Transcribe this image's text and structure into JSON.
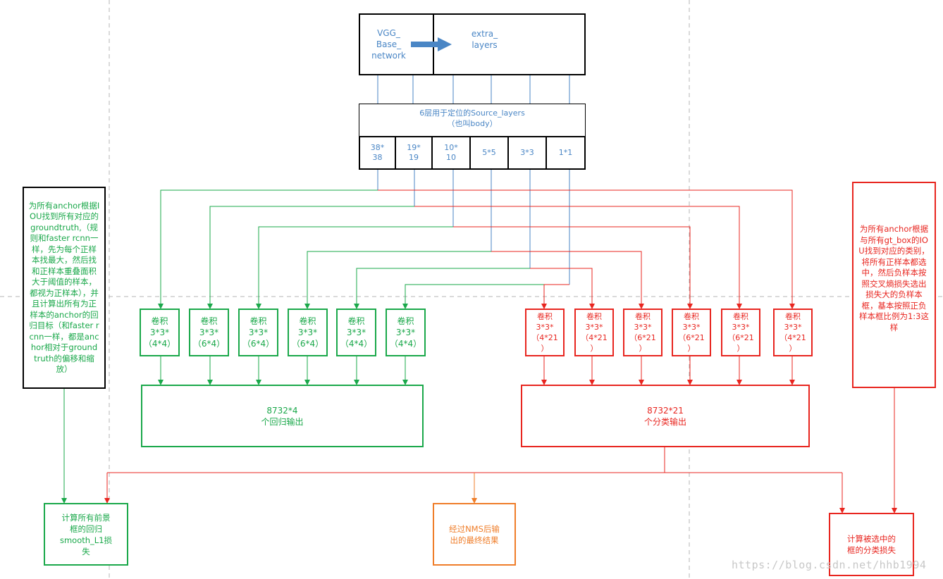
{
  "top": {
    "vgg": "VGG_\nBase_\nnetwork",
    "extra": "extra_\nlayers"
  },
  "source": {
    "title": "6层用于定位的Source_layers\n（也叫body）",
    "cells": [
      "38*\n38",
      "19*\n19",
      "10*\n10",
      "5*5",
      "3*3",
      "1*1"
    ]
  },
  "green_convs": [
    "卷积\n3*3*\n（4*4）",
    "卷积\n3*3*\n（6*4）",
    "卷积\n3*3*\n（6*4）",
    "卷积\n3*3*\n（6*4）",
    "卷积\n3*3*\n（4*4）",
    "卷积\n3*3*\n（4*4）"
  ],
  "red_convs": [
    "卷积\n3*3*\n（4*21\n）",
    "卷积\n3*3*\n（4*21\n）",
    "卷积\n3*3*\n（6*21\n）",
    "卷积\n3*3*\n（6*21\n）",
    "卷积\n3*3*\n（6*21\n）",
    "卷积\n3*3*\n（4*21\n）"
  ],
  "reg_output": "8732*4\n个回归输出",
  "cls_output": "8732*21\n个分类输出",
  "left_note": "为所有anchor根据IOU找到所有对应的groundtruth,（规则和faster rcnn一样，先为每个正样本找最大，然后找和正样本重叠面积大于阈值的样本，都视为正样本），并且计算出所有为正样本的anchor的回归目标（和faster rcnn一样，都是anchor相对于ground truth的偏移和缩放）",
  "right_note": "为所有anchor根据与所有gt_box的IOU找到对应的类别，将所有正样本都选中，然后负样本按照交叉熵损失选出损失大的负样本框，基本按照正负样本框比例为1:3这样",
  "reg_loss": "计算所有前景\n框的回归\nsmooth_L1损\n失",
  "nms": "经过NMS后输\n出的最终结果",
  "cls_loss": "计算被选中的\n框的分类损失",
  "watermark": "https://blog.csdn.net/hhb1994",
  "colors": {
    "green": "#1aa84a",
    "red": "#e8251f",
    "blue": "#4a86c5",
    "orange": "#ef7d29"
  }
}
